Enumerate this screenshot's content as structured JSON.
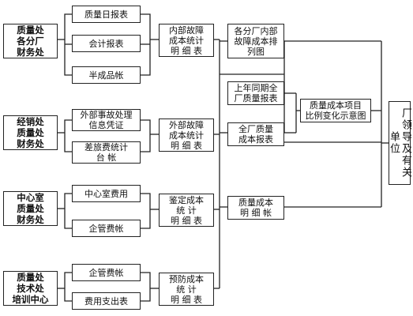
{
  "sources": [
    {
      "text": "质量处\n各分厂\n财务处"
    },
    {
      "text": "经销处\n质量处\n财务处"
    },
    {
      "text": "中心室\n质量处\n财务处"
    },
    {
      "text": "质量处\n技术处\n培训中心"
    }
  ],
  "inputs": [
    {
      "text": "质量日报表"
    },
    {
      "text": "会计报表"
    },
    {
      "text": "半成品帐"
    },
    {
      "text": "外部事故处理\n信息凭证"
    },
    {
      "text": "差旅费统计\n台   帐"
    },
    {
      "text": "中心室费用"
    },
    {
      "text": "企管费帐"
    },
    {
      "text": "企管费帐"
    },
    {
      "text": "费用支出表"
    }
  ],
  "details": [
    {
      "text": "内部故障\n成本统计\n明 细 表"
    },
    {
      "text": "外部故障\n成本统计\n明 细 表"
    },
    {
      "text": "鉴定成本\n统    计\n明 细 表"
    },
    {
      "text": "预防成本\n统    计\n明 细 表"
    }
  ],
  "reports": [
    {
      "text": "各分厂内部\n故障成本排\n列图"
    },
    {
      "text": "上年同期全\n厂质量报表"
    },
    {
      "text": "全厂质量\n成本报表"
    },
    {
      "text": "质量成本\n明 细 帐"
    }
  ],
  "ratio_chart": {
    "text": "质量成本项目\n比例变化示意图"
  },
  "leaders": {
    "text": "厂领导及有关单位"
  }
}
